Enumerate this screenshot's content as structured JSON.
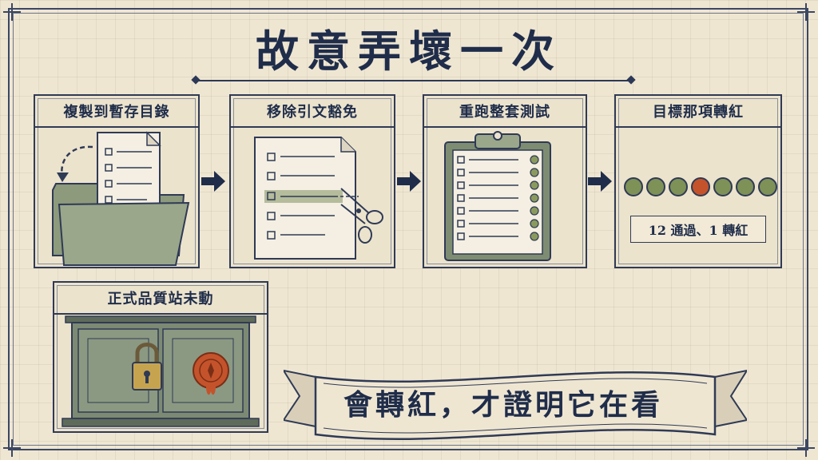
{
  "title": "故意弄壞一次",
  "steps": [
    {
      "label": "複製到暫存目錄",
      "icon": "folder-document-icon"
    },
    {
      "label": "移除引文豁免",
      "icon": "document-scissors-icon"
    },
    {
      "label": "重跑整套測試",
      "icon": "clipboard-checklist-icon"
    },
    {
      "label": "目標那項轉紅",
      "icon": "test-dots-icon",
      "result": "12 通過、1 轉紅"
    }
  ],
  "cabinet": {
    "label": "正式品質站未動",
    "icon": "locked-sealed-cabinet-icon"
  },
  "banner": "會轉紅，才證明它在看",
  "colors": {
    "ink": "#1f2d4a",
    "paper": "#efe6d2",
    "green": "#7e9157",
    "red": "#c4532b",
    "cabinet": "#7c8a74"
  }
}
